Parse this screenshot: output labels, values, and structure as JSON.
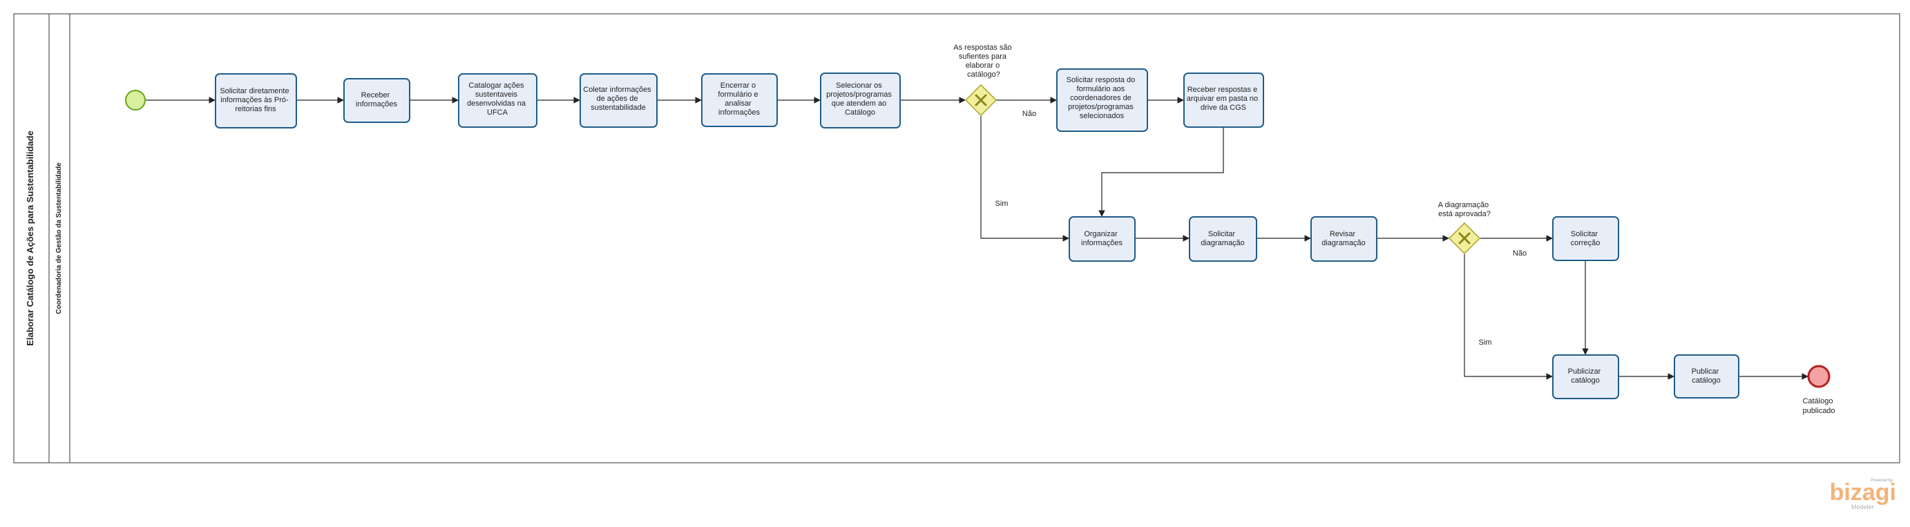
{
  "pool": {
    "title": "Elaborar Catálogo de Ações para Sustentabilidade"
  },
  "lane": {
    "title": "Coordenadoria de Gestão da Sustentabilidade"
  },
  "tasks": {
    "t1": [
      "Solicitar diretamente",
      "informações às Pró-",
      "reitorias fins"
    ],
    "t2": [
      "Receber",
      "informações"
    ],
    "t3": [
      "Catalogar ações",
      "sustentaveis",
      "desenvolvidas na",
      "UFCA"
    ],
    "t4": [
      "Coletar informações",
      "de ações de",
      "sustentabilidade"
    ],
    "t5": [
      "Encerrar o",
      "formulário e",
      "analisar",
      "informações"
    ],
    "t6": [
      "Selecionar os",
      "projetos/programas",
      "que atendem ao",
      "Catálogo"
    ],
    "t7": [
      "Solicitar resposta do",
      "formulário aos",
      "coordenadores de",
      "projetos/programas",
      "selecionados"
    ],
    "t8": [
      "Receber respostas e",
      "arquivar em pasta no",
      "drive da CGS"
    ],
    "t9": [
      "Organizar",
      "informações"
    ],
    "t10": [
      "Solicitar",
      "diagramação"
    ],
    "t11": [
      "Revisar",
      "diagramação"
    ],
    "t12": [
      "Solicitar",
      "correção"
    ],
    "t13": [
      "Publicizar",
      "catálogo"
    ],
    "t14": [
      "Publicar",
      "catálogo"
    ]
  },
  "gateways": {
    "g1": [
      "As respostas são",
      "sufientes para",
      "elaborar o",
      "catálogo?"
    ],
    "g2": [
      "A diagramação",
      "está aprovada?"
    ]
  },
  "flow_labels": {
    "g1_no": "Não",
    "g1_yes": "Sim",
    "g2_no": "Não",
    "g2_yes": "Sim"
  },
  "end_event": [
    "Catálogo",
    "publicado"
  ],
  "logo": {
    "powered": "Powered by",
    "brand": "bizagi",
    "product": "Modeler"
  },
  "colors": {
    "task_fill": "#e8eef8",
    "task_stroke": "#1f5c8a",
    "start_fill": "#d6f0a0",
    "start_stroke": "#6aa31c",
    "end_fill": "#f4a3a3",
    "end_stroke": "#b22222",
    "gateway_fill": "#f2ef9c",
    "gateway_stroke": "#a6a22c"
  }
}
